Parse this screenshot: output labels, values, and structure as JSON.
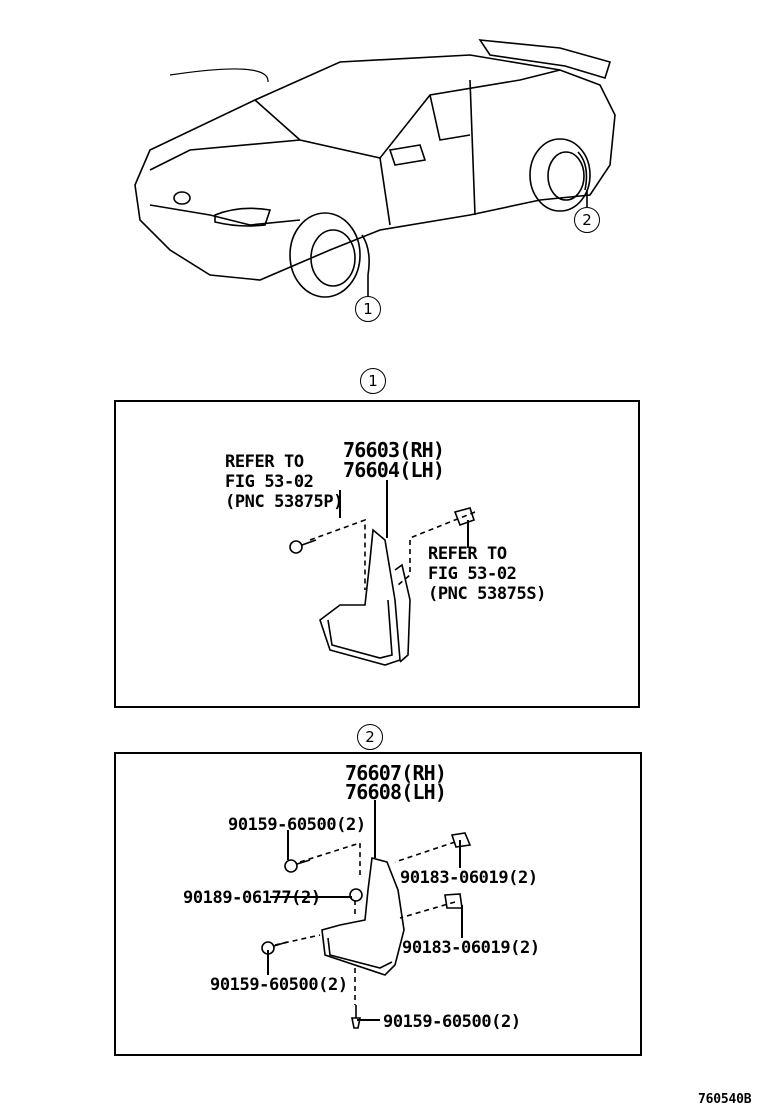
{
  "overview": {
    "callouts": [
      "1",
      "2"
    ]
  },
  "section_1": {
    "marker": "1",
    "part_numbers": [
      "76603(RH)",
      "76604(LH)"
    ],
    "left_reference": [
      "REFER TO",
      "FIG 53-02",
      "(PNC 53875P)"
    ],
    "right_reference": [
      "REFER TO",
      "FIG 53-02",
      "(PNC 53875S)"
    ]
  },
  "section_2": {
    "marker": "2",
    "part_numbers": [
      "76607(RH)",
      "76608(LH)"
    ],
    "callouts": [
      "90159-60500(2)",
      "90183-06019(2)",
      "90189-06177(2)",
      "90183-06019(2)",
      "90159-60500(2)",
      "90159-60500(2)"
    ]
  },
  "figure_id": "760540B"
}
